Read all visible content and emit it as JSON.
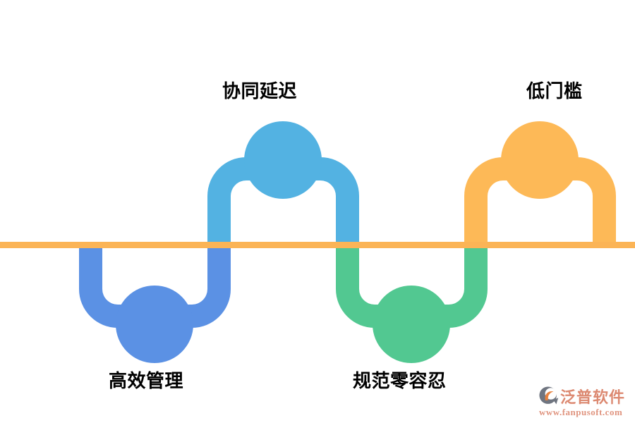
{
  "background": "#FFFFFF",
  "label_color": "#000000",
  "diagram": {
    "baseline_color": "#FBB456",
    "nodes": [
      {
        "label": "高效管理",
        "side": "below",
        "color": "#5B91E4"
      },
      {
        "label": "协同延迟",
        "side": "above",
        "color": "#53B2E2"
      },
      {
        "label": "规范零容忍",
        "side": "below",
        "color": "#52C891"
      },
      {
        "label": "低门槛",
        "side": "above",
        "color": "#FDB957"
      }
    ]
  },
  "watermark": {
    "brand": "泛普软件",
    "url": "www.fanpusoft.com",
    "brand_color": "#DC8971",
    "url_color": "#E0947F",
    "logo_gray": "#6F7580",
    "logo_orange": "#E8823E"
  }
}
